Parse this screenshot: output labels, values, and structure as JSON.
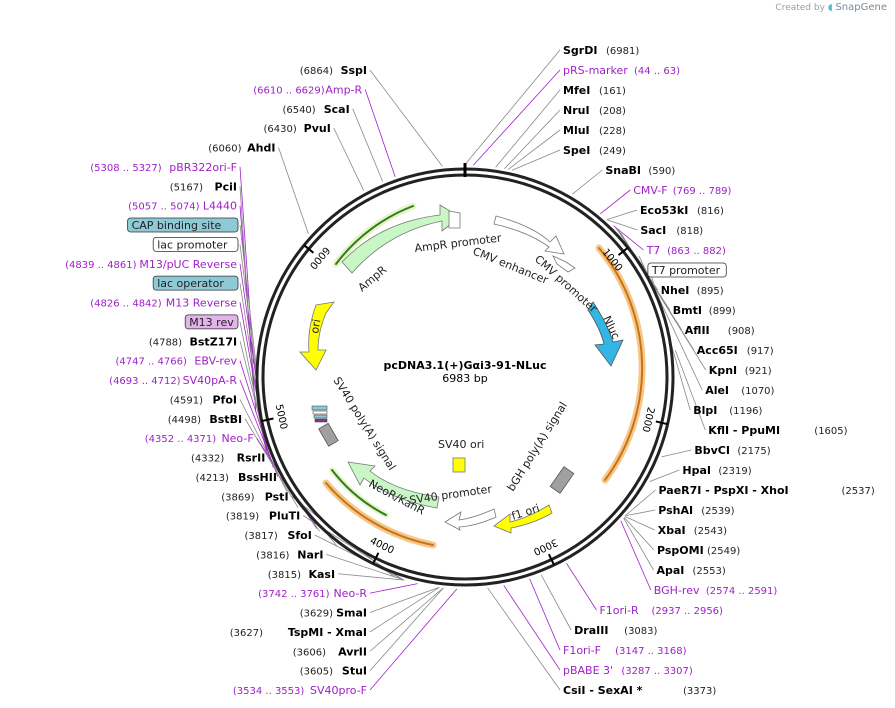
{
  "credit": {
    "prefix": "Created by",
    "brand": "SnapGene"
  },
  "plasmid": {
    "name": "pcDNA3.1(+)Gαi3-91-NLuc",
    "size": "6983 bp"
  },
  "ticks": [
    "1000",
    "2000",
    "3000",
    "4000",
    "5000",
    "6000"
  ],
  "inner_labels": {
    "ampr_promoter": "AmpR promoter",
    "ampr": "AmpR",
    "ori": "ori",
    "cmv_enhancer": "CMV enhancer",
    "cmv_promoter": "CMV promoter",
    "nluc": "Nluc",
    "sv40_polya": "SV40 poly(A) signal",
    "sv40_ori": "SV40 ori",
    "bgh_polya": "bGH poly(A) signal",
    "f1_ori": "f1 ori",
    "sv40_promoter": "SV40 promoter",
    "neor": "NeoR/KanR"
  },
  "labels_right": [
    {
      "kind": "enzyme",
      "name": "SgrDI",
      "pos": "(6981)"
    },
    {
      "kind": "feature",
      "name": "pRS-marker",
      "pos": "(44 .. 63)"
    },
    {
      "kind": "enzyme",
      "name": "MfeI",
      "pos": "(161)"
    },
    {
      "kind": "enzyme",
      "name": "NruI",
      "pos": "(208)"
    },
    {
      "kind": "enzyme",
      "name": "MluI",
      "pos": "(228)"
    },
    {
      "kind": "enzyme",
      "name": "SpeI",
      "pos": "(249)"
    },
    {
      "kind": "enzyme",
      "name": "SnaBI",
      "pos": "(590)"
    },
    {
      "kind": "feature",
      "name": "CMV-F",
      "pos": "(769 .. 789)"
    },
    {
      "kind": "enzyme",
      "name": "Eco53kI",
      "pos": "(816)"
    },
    {
      "kind": "enzyme",
      "name": "SacI",
      "pos": "(818)"
    },
    {
      "kind": "feature",
      "name": "T7",
      "pos": "(863 .. 882)"
    },
    {
      "kind": "box",
      "name": "T7 promoter",
      "pos": ""
    },
    {
      "kind": "enzyme",
      "name": "NheI",
      "pos": "(895)"
    },
    {
      "kind": "enzyme",
      "name": "BmtI",
      "pos": "(899)"
    },
    {
      "kind": "enzyme",
      "name": "AflII",
      "pos": "(908)"
    },
    {
      "kind": "enzyme",
      "name": "Acc65I",
      "pos": "(917)"
    },
    {
      "kind": "enzyme",
      "name": "KpnI",
      "pos": "(921)"
    },
    {
      "kind": "enzyme",
      "name": "AleI",
      "pos": "(1070)"
    },
    {
      "kind": "enzyme",
      "name": "BlpI",
      "pos": "(1196)"
    },
    {
      "kind": "enzyme",
      "name": "KflI  -  PpuMI",
      "pos": "(1605)"
    },
    {
      "kind": "enzyme",
      "name": "BbvCI",
      "pos": "(2175)"
    },
    {
      "kind": "enzyme",
      "name": "HpaI",
      "pos": "(2319)"
    },
    {
      "kind": "enzyme",
      "name": "PaeR7I  -  PspXI  -  XhoI",
      "pos": "(2537)"
    },
    {
      "kind": "enzyme",
      "name": "PshAI",
      "pos": "(2539)"
    },
    {
      "kind": "enzyme",
      "name": "XbaI",
      "pos": "(2543)"
    },
    {
      "kind": "enzyme",
      "name": "PspOMI",
      "pos": "(2549)"
    },
    {
      "kind": "enzyme",
      "name": "ApaI",
      "pos": "(2553)"
    },
    {
      "kind": "feature",
      "name": "BGH-rev",
      "pos": "(2574 .. 2591)"
    },
    {
      "kind": "feature",
      "name": "F1ori-R",
      "pos": "(2937 .. 2956)"
    },
    {
      "kind": "enzyme",
      "name": "DraIII",
      "pos": "(3083)"
    },
    {
      "kind": "feature",
      "name": "F1ori-F",
      "pos": "(3147 .. 3168)"
    },
    {
      "kind": "feature",
      "name": "pBABE 3'",
      "pos": "(3287 .. 3307)"
    },
    {
      "kind": "enzyme",
      "name": "CsiI  -  SexAI *",
      "pos": "(3373)"
    }
  ],
  "labels_left": [
    {
      "kind": "enzyme",
      "name": "SspI",
      "pos": "(6864)"
    },
    {
      "kind": "feature",
      "name": "Amp-R",
      "pos": "(6610 .. 6629)"
    },
    {
      "kind": "enzyme",
      "name": "ScaI",
      "pos": "(6540)"
    },
    {
      "kind": "enzyme",
      "name": "PvuI",
      "pos": "(6430)"
    },
    {
      "kind": "enzyme",
      "name": "AhdI",
      "pos": "(6060)"
    },
    {
      "kind": "feature",
      "name": "pBR322ori-F",
      "pos": "(5308 .. 5327)"
    },
    {
      "kind": "enzyme",
      "name": "PciI",
      "pos": "(5167)"
    },
    {
      "kind": "feature",
      "name": "L4440",
      "pos": "(5057 .. 5074)"
    },
    {
      "kind": "box",
      "name": "CAP binding site",
      "pos": "",
      "color": "#8ec9d6"
    },
    {
      "kind": "box",
      "name": "lac promoter",
      "pos": "",
      "color": "#ffffff"
    },
    {
      "kind": "feature",
      "name": "M13/pUC Reverse",
      "pos": "(4839 .. 4861)"
    },
    {
      "kind": "box",
      "name": "lac operator",
      "pos": "",
      "color": "#8ec9d6"
    },
    {
      "kind": "feature",
      "name": "M13 Reverse",
      "pos": "(4826 .. 4842)"
    },
    {
      "kind": "box",
      "name": "M13 rev",
      "pos": "",
      "color": "#e3b4ea"
    },
    {
      "kind": "enzyme",
      "name": "BstZ17I",
      "pos": "(4788)"
    },
    {
      "kind": "feature",
      "name": "EBV-rev",
      "pos": "(4747 .. 4766)"
    },
    {
      "kind": "feature",
      "name": "SV40pA-R",
      "pos": "(4693 .. 4712)"
    },
    {
      "kind": "enzyme",
      "name": "PfoI",
      "pos": "(4591)"
    },
    {
      "kind": "enzyme",
      "name": "BstBI",
      "pos": "(4498)"
    },
    {
      "kind": "feature",
      "name": "Neo-F",
      "pos": "(4352 .. 4371)"
    },
    {
      "kind": "enzyme",
      "name": "RsrII",
      "pos": "(4332)"
    },
    {
      "kind": "enzyme",
      "name": "BssHII",
      "pos": "(4213)"
    },
    {
      "kind": "enzyme",
      "name": "PstI",
      "pos": "(3869)"
    },
    {
      "kind": "enzyme",
      "name": "PluTI",
      "pos": "(3819)"
    },
    {
      "kind": "enzyme",
      "name": "SfoI",
      "pos": "(3817)"
    },
    {
      "kind": "enzyme",
      "name": "NarI",
      "pos": "(3816)"
    },
    {
      "kind": "enzyme",
      "name": "KasI",
      "pos": "(3815)"
    },
    {
      "kind": "feature",
      "name": "Neo-R",
      "pos": "(3742 .. 3761)"
    },
    {
      "kind": "enzyme",
      "name": "SmaI",
      "pos": "(3629)"
    },
    {
      "kind": "enzyme",
      "name": "TspMI  -  XmaI",
      "pos": "(3627)"
    },
    {
      "kind": "enzyme",
      "name": "AvrII",
      "pos": "(3606)"
    },
    {
      "kind": "enzyme",
      "name": "StuI",
      "pos": "(3605)"
    },
    {
      "kind": "feature",
      "name": "SV40pro-F",
      "pos": "(3534 .. 3553)"
    }
  ]
}
